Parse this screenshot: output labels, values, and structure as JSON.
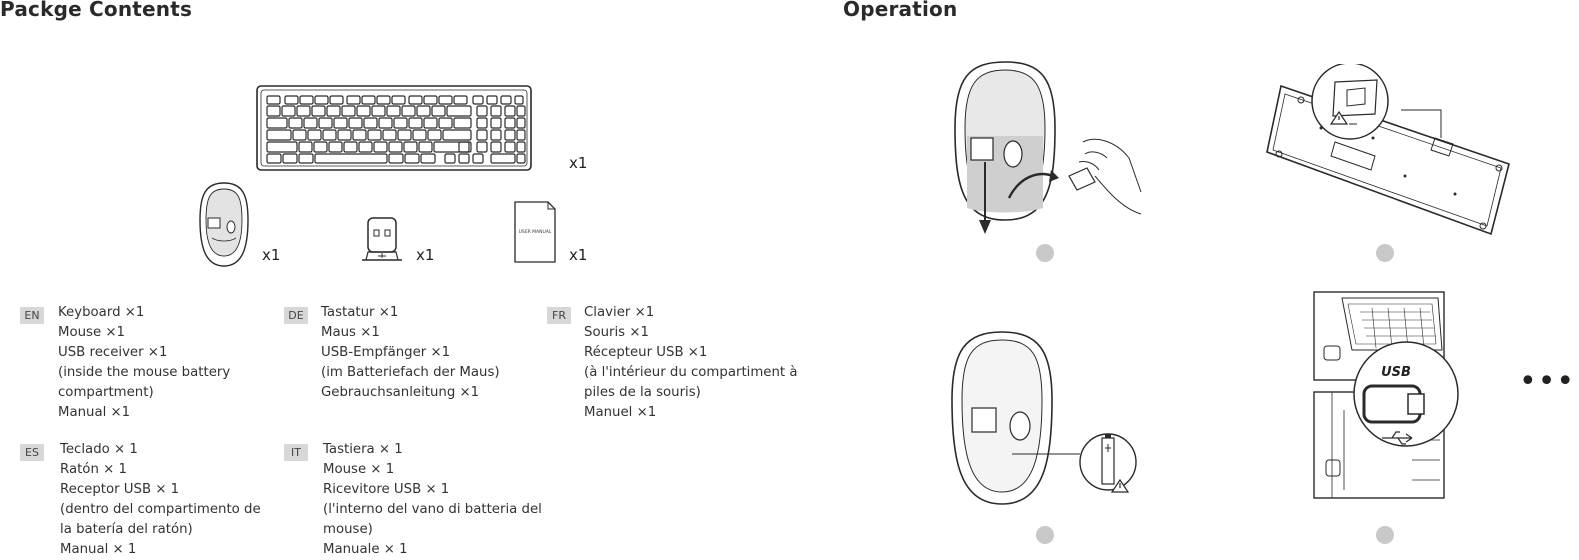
{
  "left_section": {
    "title": "Packge Contents",
    "quantities": {
      "keyboard": "x1",
      "mouse": "x1",
      "receiver": "x1",
      "manual": "x1"
    },
    "manual_cover_text": "USER MANUAL"
  },
  "right_section": {
    "title": "Operation",
    "usb_label": "USB",
    "more": "••••"
  },
  "languages": [
    {
      "code": "EN",
      "lines": [
        "Keyboard ×1",
        "Mouse ×1",
        "USB receiver ×1",
        "(inside the mouse battery",
        "compartment)",
        "Manual ×1"
      ]
    },
    {
      "code": "DE",
      "lines": [
        "Tastatur ×1",
        "Maus ×1",
        "USB-Empfänger ×1",
        "(im Batteriefach der Maus)",
        "Gebrauchsanleitung ×1"
      ]
    },
    {
      "code": "FR",
      "lines": [
        "Clavier ×1",
        "Souris ×1",
        "Récepteur USB ×1",
        "(à l'intérieur du compartiment à",
        "piles de la souris)",
        "Manuel ×1"
      ]
    },
    {
      "code": "ES",
      "lines": [
        "Teclado × 1",
        "Ratón × 1",
        "Receptor USB × 1",
        "(dentro del compartimento de",
        "la batería del ratón)",
        "Manual × 1"
      ]
    },
    {
      "code": "IT",
      "lines": [
        "Tastiera × 1",
        "Mouse × 1",
        "Ricevitore USB × 1",
        "(l'interno del vano di batteria del",
        "mouse)",
        "Manuale × 1"
      ]
    }
  ],
  "colors": {
    "line": "#2a2a2a",
    "badge": "#d7d7d7",
    "step_dot": "#c8c8c8",
    "mouse_shade": "#cfcfcf"
  }
}
